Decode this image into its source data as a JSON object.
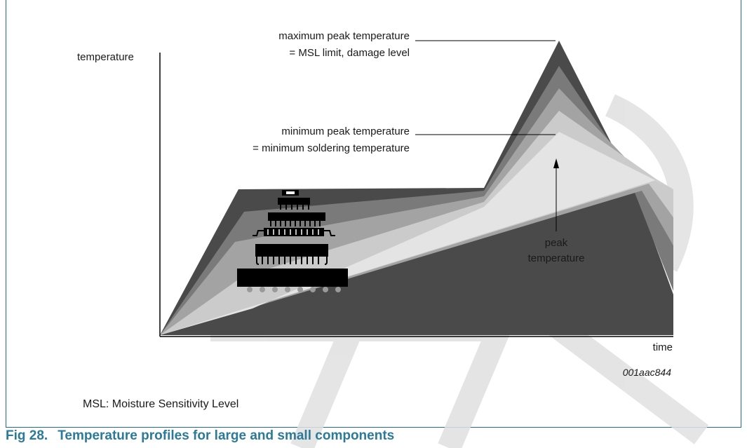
{
  "figure": {
    "number": "Fig 28.",
    "title": "Temperature profiles for large and small components",
    "code": "001aac844",
    "note": "MSL: Moisture Sensitivity Level"
  },
  "axes": {
    "y_label": "temperature",
    "x_label": "time"
  },
  "annotations": {
    "max_peak_line1": "maximum peak temperature",
    "max_peak_line2": "= MSL limit, damage level",
    "min_peak_line1": "minimum peak temperature",
    "min_peak_line2": "= minimum soldering temperature",
    "peak_line1": "peak",
    "peak_line2": "temperature"
  },
  "profile_colors": [
    "#4a4a4a",
    "#7a7a7a",
    "#a3a3a3",
    "#cbcbcb",
    "#e4e4e4"
  ],
  "colors": {
    "caption": "#2b7a98",
    "frame": "#1f6f8b"
  }
}
